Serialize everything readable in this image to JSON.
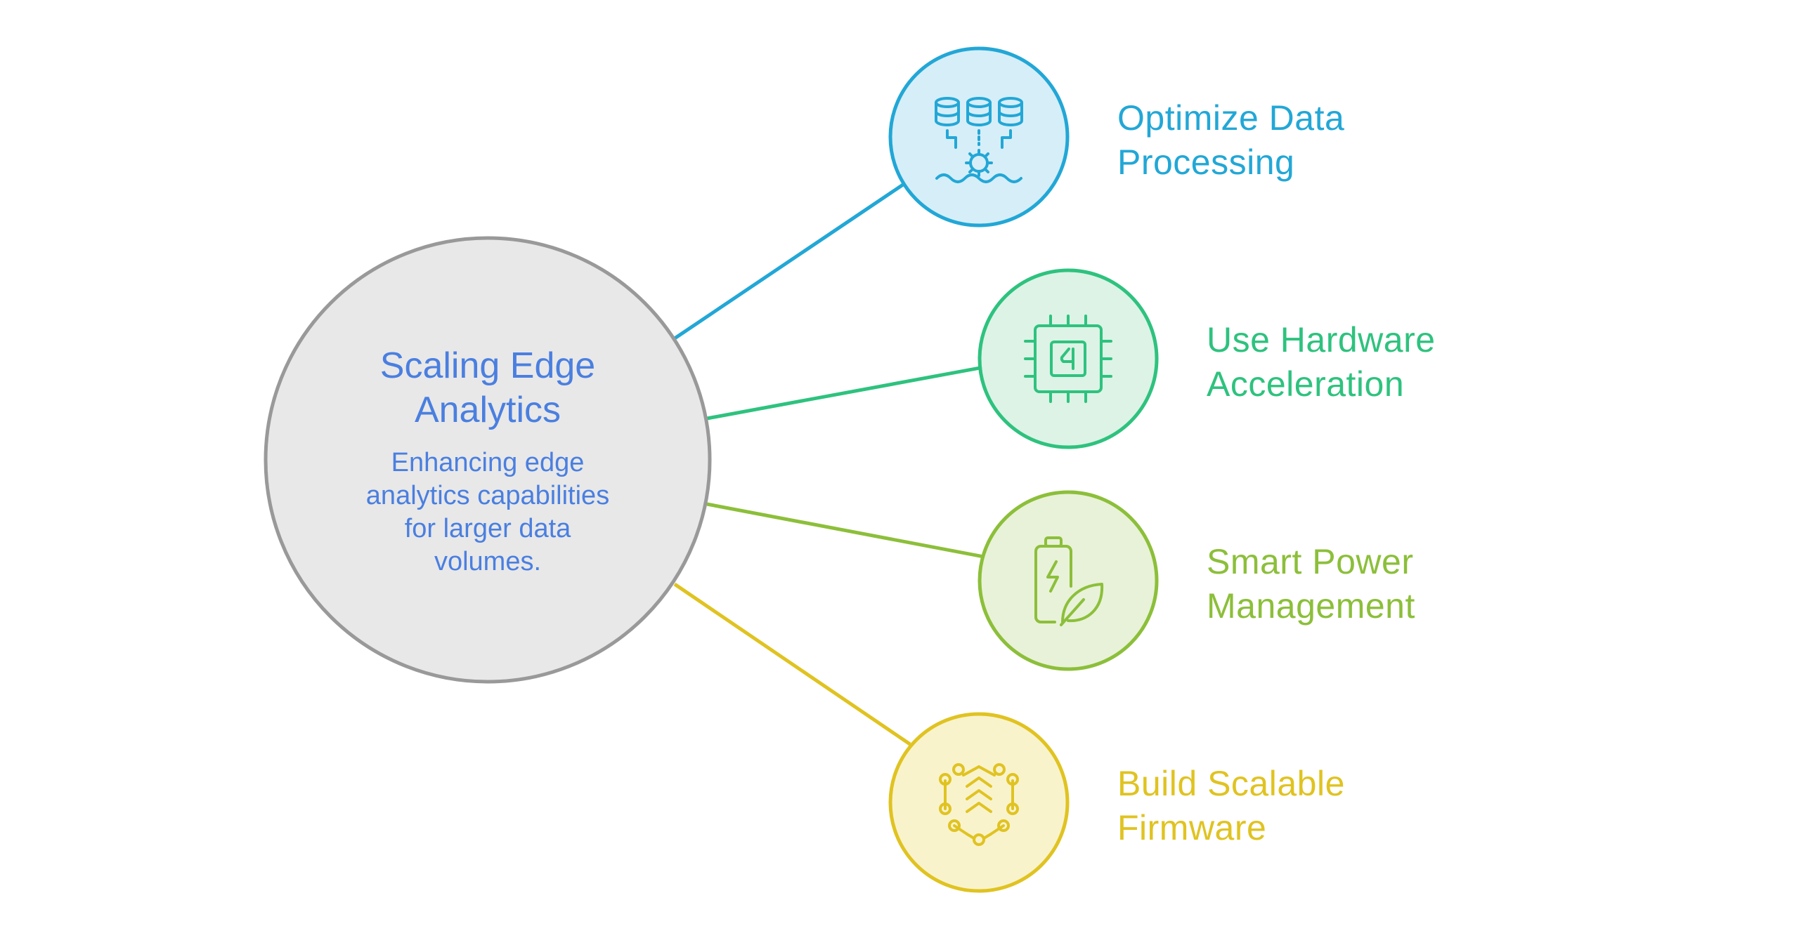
{
  "center": {
    "title_line1": "Scaling Edge",
    "title_line2": "Analytics",
    "subtitle_lines": [
      "Enhancing edge",
      "analytics capabilities",
      "for larger data",
      "volumes."
    ],
    "fill": "#e8e8e8",
    "stroke": "#999999",
    "text_color": "#4a7fe0"
  },
  "branches": [
    {
      "line1": "Optimize Data",
      "line2": "Processing",
      "icon": "database-processing-icon",
      "color": "#22a7d6",
      "fill": "#d6eef8"
    },
    {
      "line1": "Use Hardware",
      "line2": "Acceleration",
      "icon": "chip-icon",
      "color": "#2ec27e",
      "fill": "#dcf3e6"
    },
    {
      "line1": "Smart Power",
      "line2": "Management",
      "icon": "battery-leaf-icon",
      "color": "#8cbf3a",
      "fill": "#e8f2d8"
    },
    {
      "line1": "Build Scalable",
      "line2": "Firmware",
      "icon": "scalable-network-icon",
      "color": "#e0c321",
      "fill": "#f9f3cc"
    }
  ]
}
